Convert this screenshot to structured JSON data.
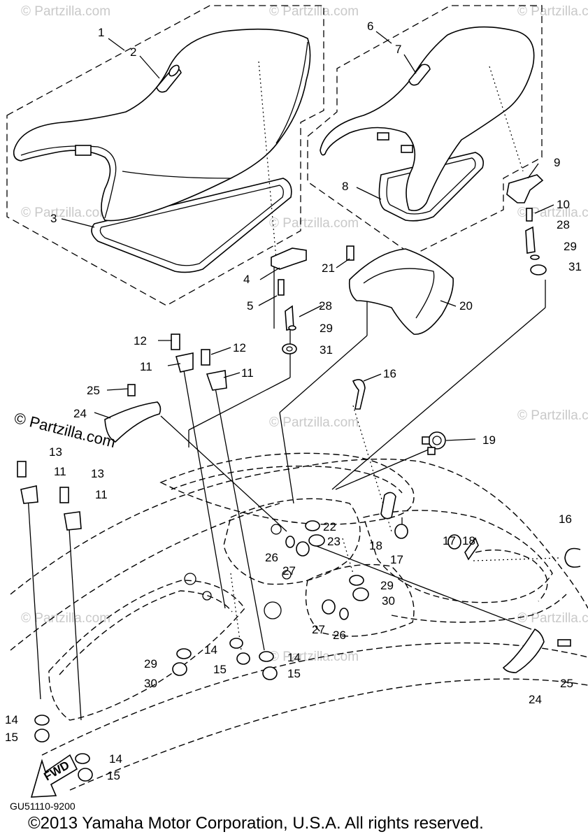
{
  "watermark": "© Partzilla.com",
  "brand_mark": "© Partzilla.com",
  "diagram_code": "GU51110-9200",
  "copyright": "©2013 Yamaha Motor Corporation, U.S.A. All rights reserved.",
  "fwd_label": "FWD",
  "callouts": {
    "c1": "1",
    "c2": "2",
    "c3": "3",
    "c4": "4",
    "c5": "5",
    "c6": "6",
    "c7": "7",
    "c8": "8",
    "c9": "9",
    "c10": "10",
    "c28a": "28",
    "c29a": "29",
    "c31a": "31",
    "c21": "21",
    "c20": "20",
    "c28b": "28",
    "c29b": "29",
    "c31b": "31",
    "c12a": "12",
    "c12b": "12",
    "c11a": "11",
    "c11b": "11",
    "c25a": "25",
    "c24a": "24",
    "c16a": "16",
    "c19": "19",
    "c13a": "13",
    "c11c": "11",
    "c13b": "13",
    "c11d": "11",
    "c22": "22",
    "c23": "23",
    "c26a": "26",
    "c27a": "27",
    "c18a": "18",
    "c17a": "17",
    "c16b": "16",
    "c17b": "17",
    "c18b": "18",
    "c29c": "29",
    "c30a": "30",
    "c27b": "27",
    "c26b": "26",
    "c14a": "14",
    "c29d": "29",
    "c15a": "15",
    "c30b": "30",
    "c14b": "14",
    "c15b": "15",
    "c25b": "25",
    "c24b": "24",
    "c14c": "14",
    "c15c": "15",
    "c14d": "14",
    "c15d": "15"
  }
}
